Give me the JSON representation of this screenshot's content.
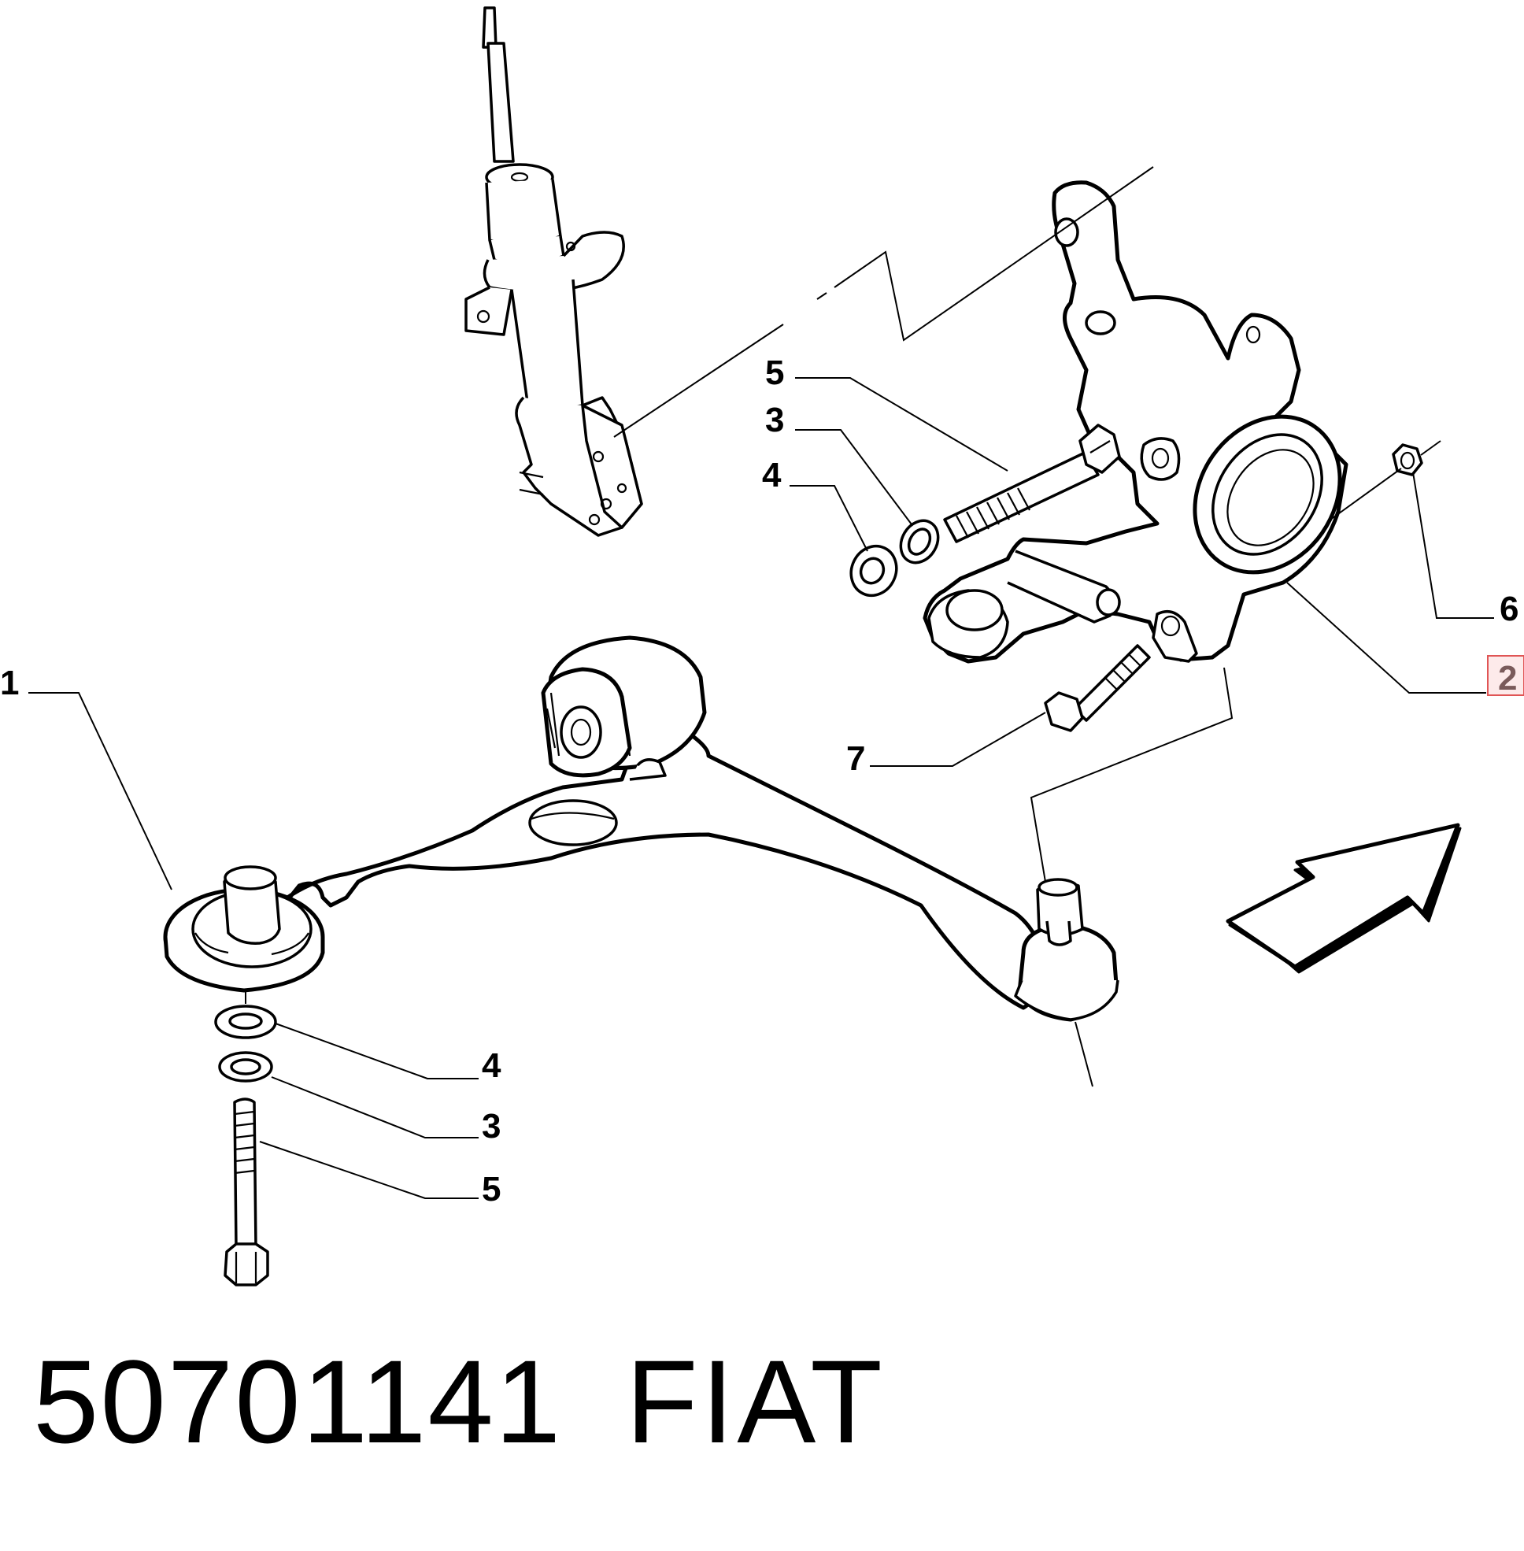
{
  "callouts": [
    {
      "id": "1",
      "label": "1",
      "highlighted": false
    },
    {
      "id": "2",
      "label": "2",
      "highlighted": true
    },
    {
      "id": "3a",
      "label": "3",
      "highlighted": false
    },
    {
      "id": "4a",
      "label": "4",
      "highlighted": false
    },
    {
      "id": "5a",
      "label": "5",
      "highlighted": false
    },
    {
      "id": "6",
      "label": "6",
      "highlighted": false
    },
    {
      "id": "7",
      "label": "7",
      "highlighted": false
    },
    {
      "id": "4b",
      "label": "4",
      "highlighted": false
    },
    {
      "id": "3b",
      "label": "3",
      "highlighted": false
    },
    {
      "id": "5b",
      "label": "5",
      "highlighted": false
    }
  ],
  "footer": {
    "part_number": "50701141",
    "brand": "FIAT"
  },
  "colors": {
    "line": "#000000",
    "highlight_border": "#e05555",
    "highlight_fill": "#fdeaea"
  },
  "icons": {
    "direction_arrow": "arrow-up-right-icon"
  }
}
